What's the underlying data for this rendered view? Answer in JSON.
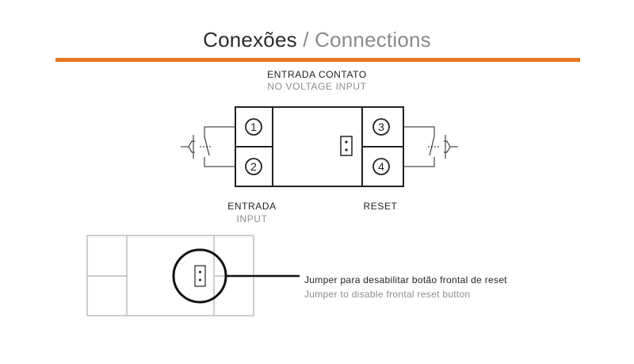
{
  "title": {
    "pt": "Conexões",
    "sep": " / ",
    "en": "Connections"
  },
  "colors": {
    "accent": "#e87722",
    "line": "#222222",
    "muted": "#bdbdbd"
  },
  "top_label": {
    "pt": "ENTRADA CONTATO",
    "en": "NO VOLTAGE INPUT"
  },
  "terminals": [
    "1",
    "2",
    "3",
    "4"
  ],
  "input_label": {
    "pt": "ENTRADA",
    "en": "INPUT"
  },
  "reset_label": "RESET",
  "jumper_note": {
    "pt": "Jumper para desabilitar botão frontal de reset",
    "en": "Jumper to disable frontal reset button"
  }
}
